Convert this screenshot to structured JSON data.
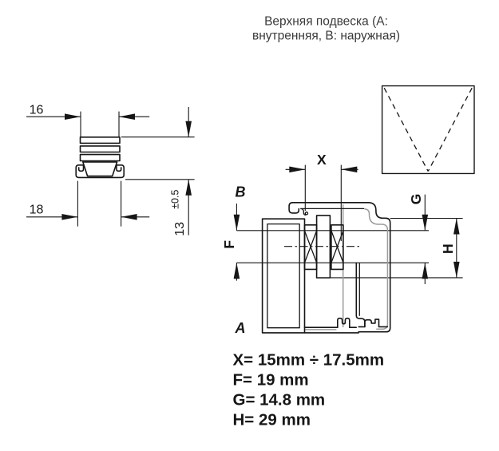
{
  "title": {
    "line1": "Верхняя подвеска (А:",
    "line2": "внутренняя, В: наружная)"
  },
  "fastener_view": {
    "width_top": "16",
    "width_bottom": "18",
    "height": "13",
    "height_tolerance": "±0.5"
  },
  "assembly_view": {
    "label_outer_profile": "B",
    "label_inner_profile": "A",
    "dim_horizontal": "X",
    "dim_left": "F",
    "dim_right_small": "G",
    "dim_right_large": "H"
  },
  "dimension_values": {
    "x": "X= 15mm ÷ 17.5mm",
    "f": "F= 19 mm",
    "g": "G= 14.8 mm",
    "h": "H= 29 mm"
  },
  "colors": {
    "line": "#161616",
    "secondary_line": "#9c9c9c",
    "title_text": "#3a3a3a",
    "background": "#ffffff"
  }
}
